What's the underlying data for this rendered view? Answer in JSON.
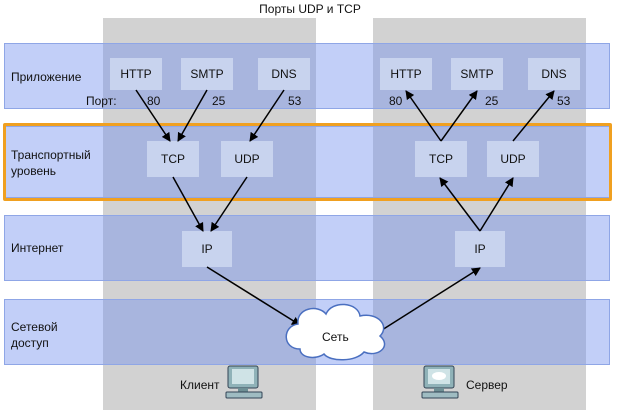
{
  "title": "Порты UDP и TCP",
  "layers": [
    {
      "label": "Приложение"
    },
    {
      "label": "Транспортный\nуровень"
    },
    {
      "label": "Интернет"
    },
    {
      "label": "Сетевой\nдоступ"
    }
  ],
  "client": {
    "name": "Клиент",
    "apps": [
      "HTTP",
      "SMTP",
      "DNS"
    ],
    "port_label": "Порт:",
    "ports": [
      "80",
      "25",
      "53"
    ],
    "transport": [
      "TCP",
      "UDP"
    ],
    "internet": "IP"
  },
  "server": {
    "name": "Сервер",
    "apps": [
      "HTTP",
      "SMTP",
      "DNS"
    ],
    "ports": [
      "80",
      "25",
      "53"
    ],
    "transport": [
      "TCP",
      "UDP"
    ],
    "internet": "IP"
  },
  "network": "Сеть",
  "colors": {
    "layer_fill": "#6e8cee",
    "highlight": "#f0a020",
    "box_fill": "#c8d3ee",
    "column_gray": "#d2d2d2"
  }
}
